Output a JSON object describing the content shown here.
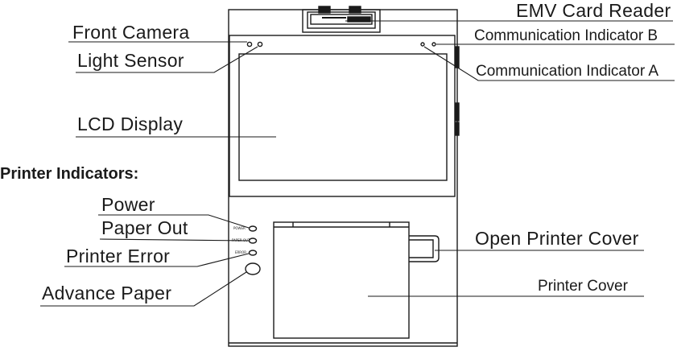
{
  "labels": {
    "emv_card_reader": "EMV Card Reader",
    "front_camera": "Front Camera",
    "communication_indicator_b": "Communication Indicator B",
    "light_sensor": "Light Sensor",
    "communication_indicator_a": "Communication Indicator A",
    "lcd_display": "LCD Display",
    "printer_indicators": "Printer Indicators:",
    "power": "Power",
    "paper_out": "Paper Out",
    "printer_error": "Printer Error",
    "advance_paper": "Advance Paper",
    "open_printer_cover": "Open Printer Cover",
    "printer_cover": "Printer Cover"
  },
  "panel_text": {
    "power": "POWER",
    "paper_out": "PAPER OUT",
    "error": "ERROR"
  },
  "colors": {
    "line": "#1a1a1a",
    "background": "#ffffff"
  }
}
